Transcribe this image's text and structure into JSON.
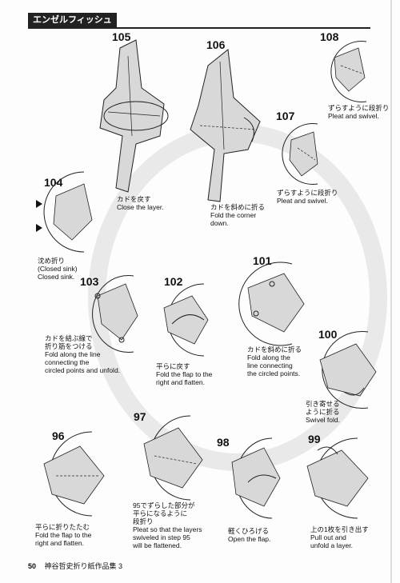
{
  "header": {
    "title": "エンゼルフィッシュ"
  },
  "footer": {
    "page_number": "50",
    "book_title": "神谷哲史折り紙作品集 3"
  },
  "steps": {
    "s105": {
      "num": "105",
      "cap": [
        "カドを戻す",
        "Close the layer."
      ]
    },
    "s106": {
      "num": "106",
      "cap": [
        "カドを斜めに折る",
        "Fold the corner",
        "down."
      ]
    },
    "s107": {
      "num": "107",
      "cap": [
        "ずらすように段折り",
        "Pleat and swivel."
      ]
    },
    "s108": {
      "num": "108",
      "cap": [
        "ずらすように段折り",
        "Pleat and swivel."
      ]
    },
    "s104": {
      "num": "104",
      "cap": [
        "沈め折り",
        "(Closed sink)",
        "Closed sink."
      ]
    },
    "s103": {
      "num": "103",
      "cap": [
        "カドを結ぶ線で",
        "折り筋をつける",
        "Fold along the line",
        "connecting the",
        "circled points and unfold."
      ]
    },
    "s102": {
      "num": "102",
      "cap": [
        "平らに戻す",
        "Fold the flap to the",
        "right and flatten."
      ]
    },
    "s101": {
      "num": "101",
      "cap": [
        "カドを斜めに折る",
        "Fold along the",
        "line connecting",
        "the circled points."
      ]
    },
    "s100": {
      "num": "100",
      "cap": [
        "引き寄せる",
        "ように折る",
        "Swivel fold."
      ]
    },
    "s96": {
      "num": "96",
      "cap": [
        "平らに折りたたむ",
        "Fold the flap to the",
        "right and flatten."
      ]
    },
    "s97": {
      "num": "97",
      "cap": [
        "95でずらした部分が",
        "平らになるように",
        "段折り",
        "Pleat so that the layers",
        "swiveled in step 95",
        "will be flattened."
      ]
    },
    "s98": {
      "num": "98",
      "cap": [
        "軽くひろげる",
        "Open the flap."
      ]
    },
    "s99": {
      "num": "99",
      "cap": [
        "上の1枚を引き出す",
        "Pull out and",
        "unfold a layer."
      ]
    }
  }
}
